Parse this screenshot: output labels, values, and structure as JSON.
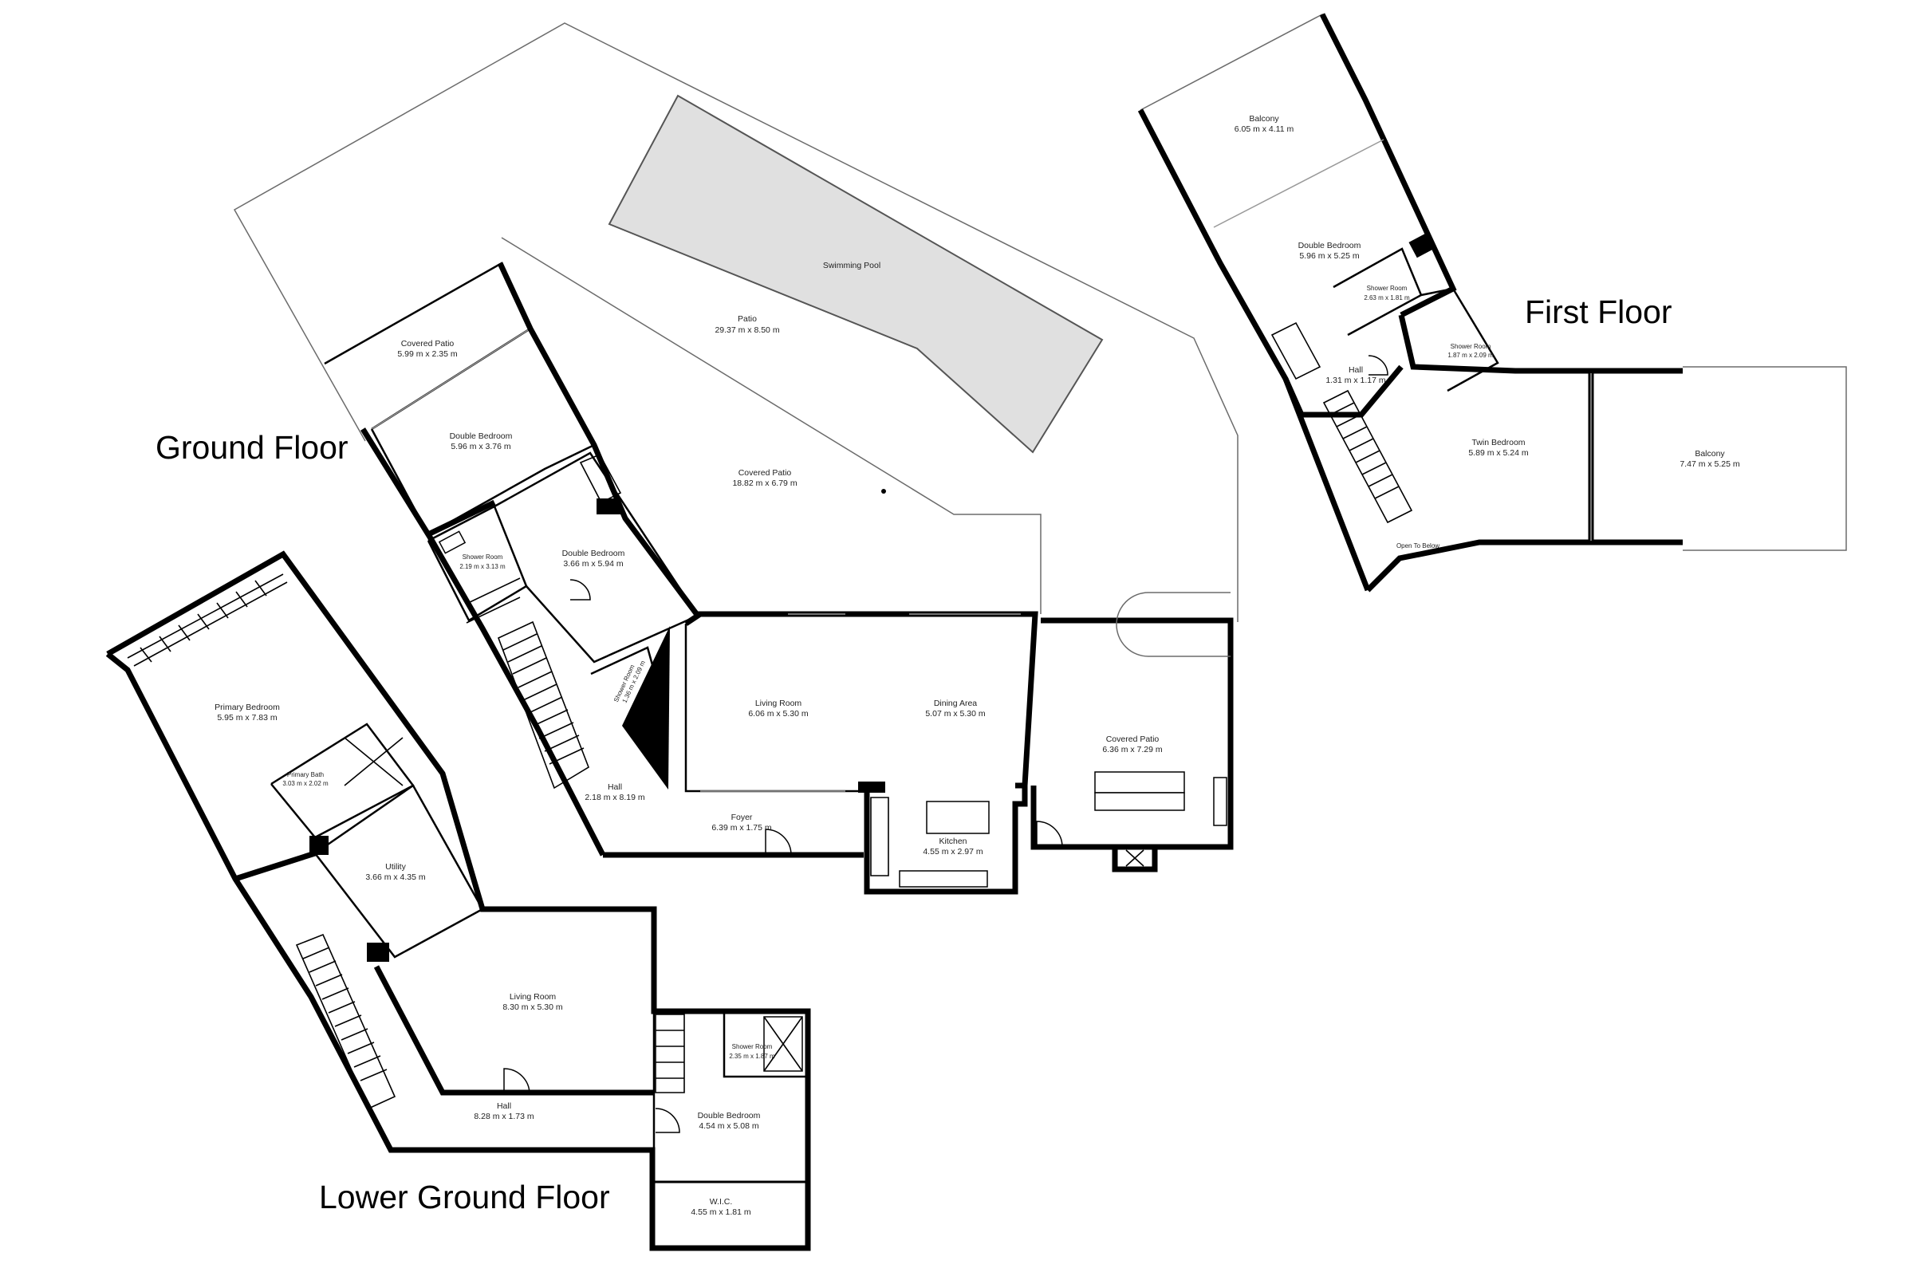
{
  "floors": {
    "ground": "Ground Floor",
    "first": "First Floor",
    "lower": "Lower Ground Floor"
  },
  "rooms": {
    "swimming_pool": {
      "name": "Swimming Pool"
    },
    "patio": {
      "name": "Patio",
      "size": "29.37 m x 8.50 m"
    },
    "covered_patio_top": {
      "name": "Covered Patio",
      "size": "5.99 m x 2.35 m"
    },
    "double_bedroom_g1": {
      "name": "Double Bedroom",
      "size": "5.96 m x 3.76 m"
    },
    "covered_patio_main": {
      "name": "Covered Patio",
      "size": "18.82 m x 6.79 m"
    },
    "shower_room_g1": {
      "name": "Shower Room",
      "size": "2.19 m x 3.13 m"
    },
    "double_bedroom_g2": {
      "name": "Double Bedroom",
      "size": "3.66 m x 5.94 m"
    },
    "shower_room_g2": {
      "name": "Shower Room",
      "size": "1.36 m x 2.09 m"
    },
    "living_room_g": {
      "name": "Living Room",
      "size": "6.06 m x 5.30 m"
    },
    "dining_area": {
      "name": "Dining Area",
      "size": "5.07 m x 5.30 m"
    },
    "covered_patio_side": {
      "name": "Covered Patio",
      "size": "6.36 m x 7.29 m"
    },
    "hall_g": {
      "name": "Hall",
      "size": "2.18 m x 8.19 m"
    },
    "foyer": {
      "name": "Foyer",
      "size": "6.39 m x 1.75 m"
    },
    "kitchen": {
      "name": "Kitchen",
      "size": "4.55 m x 2.97 m"
    },
    "balcony_f1": {
      "name": "Balcony",
      "size": "6.05 m x 4.11 m"
    },
    "double_bedroom_f": {
      "name": "Double Bedroom",
      "size": "5.96 m x 5.25 m"
    },
    "shower_room_f1": {
      "name": "Shower Room",
      "size": "2.63 m x 1.81 m"
    },
    "shower_room_f2": {
      "name": "Shower Room",
      "size": "1.87 m x 2.09 m"
    },
    "hall_f": {
      "name": "Hall",
      "size": "1.31 m x 1.17 m"
    },
    "twin_bedroom": {
      "name": "Twin Bedroom",
      "size": "5.89 m x 5.24 m"
    },
    "balcony_f2": {
      "name": "Balcony",
      "size": "7.47 m x 5.25 m"
    },
    "open_to_below": {
      "name": "Open To Below"
    },
    "primary_bedroom": {
      "name": "Primary Bedroom",
      "size": "5.95 m x 7.83 m"
    },
    "primary_bath": {
      "name": "Primary Bath",
      "size": "3.03 m x 2.02 m"
    },
    "utility": {
      "name": "Utility",
      "size": "3.66 m x 4.35 m"
    },
    "living_room_l": {
      "name": "Living Room",
      "size": "8.30 m x 5.30 m"
    },
    "shower_room_l": {
      "name": "Shower Room",
      "size": "2.35 m x 1.87 m"
    },
    "hall_l": {
      "name": "Hall",
      "size": "8.28 m x 1.73 m"
    },
    "double_bedroom_l": {
      "name": "Double Bedroom",
      "size": "4.54 m x 5.08 m"
    },
    "wic": {
      "name": "W.I.C.",
      "size": "4.55 m x 1.81 m"
    }
  }
}
